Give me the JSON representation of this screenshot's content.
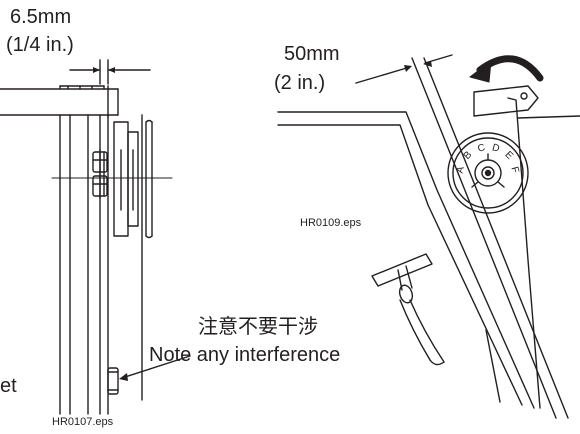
{
  "left_figure": {
    "gap_dimension_metric": "6.5mm",
    "gap_dimension_imperial": "(1/4 in.)",
    "note_chinese": "注意不要干涉",
    "note_english": "Note any interference",
    "clipped_label_fragment": "et",
    "file_label": "HR0107.eps"
  },
  "right_figure": {
    "gap_dimension_metric": "50mm",
    "gap_dimension_imperial": "(2 in.)",
    "dial_letters": [
      "A",
      "B",
      "C",
      "D",
      "E",
      "F"
    ],
    "file_label": "HR0109.eps"
  }
}
